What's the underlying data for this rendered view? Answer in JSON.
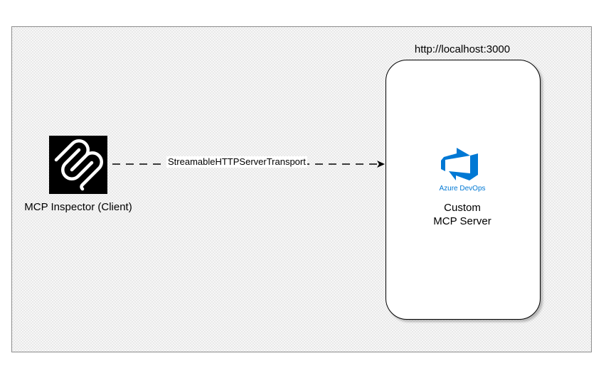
{
  "client": {
    "label": "MCP Inspector (Client)",
    "logo_icon": "mcp-logo-icon"
  },
  "server": {
    "url": "http://localhost:3000",
    "logo_icon": "azure-devops-icon",
    "logo_text": "Azure DevOps",
    "title_line1": "Custom",
    "title_line2": "MCP Server"
  },
  "connection": {
    "label": "StreamableHTTPServerTransport",
    "style": "dashed",
    "direction": "client-to-server"
  },
  "colors": {
    "azure_blue": "#0078d4",
    "logo_background": "#000000"
  }
}
